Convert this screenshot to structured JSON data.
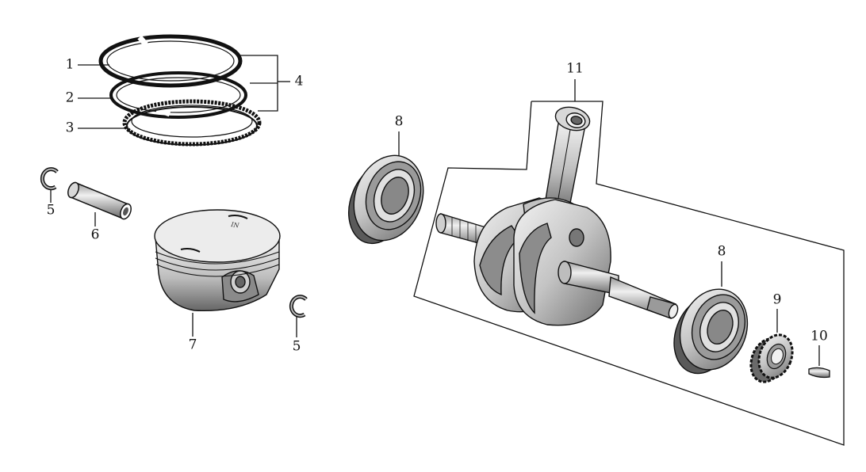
{
  "callouts": {
    "c1": "1",
    "c2": "2",
    "c3": "3",
    "c4": "4",
    "c5a": "5",
    "c5b": "5",
    "c6": "6",
    "c7": "7",
    "c8a": "8",
    "c8b": "8",
    "c9": "9",
    "c10": "10",
    "c11": "11"
  },
  "stamps": {
    "piston_in": "IN"
  },
  "colors": {
    "line": "#111111",
    "metal_light": "#e4e4e4",
    "metal_mid": "#b9b9b9",
    "metal_dark": "#707070"
  }
}
